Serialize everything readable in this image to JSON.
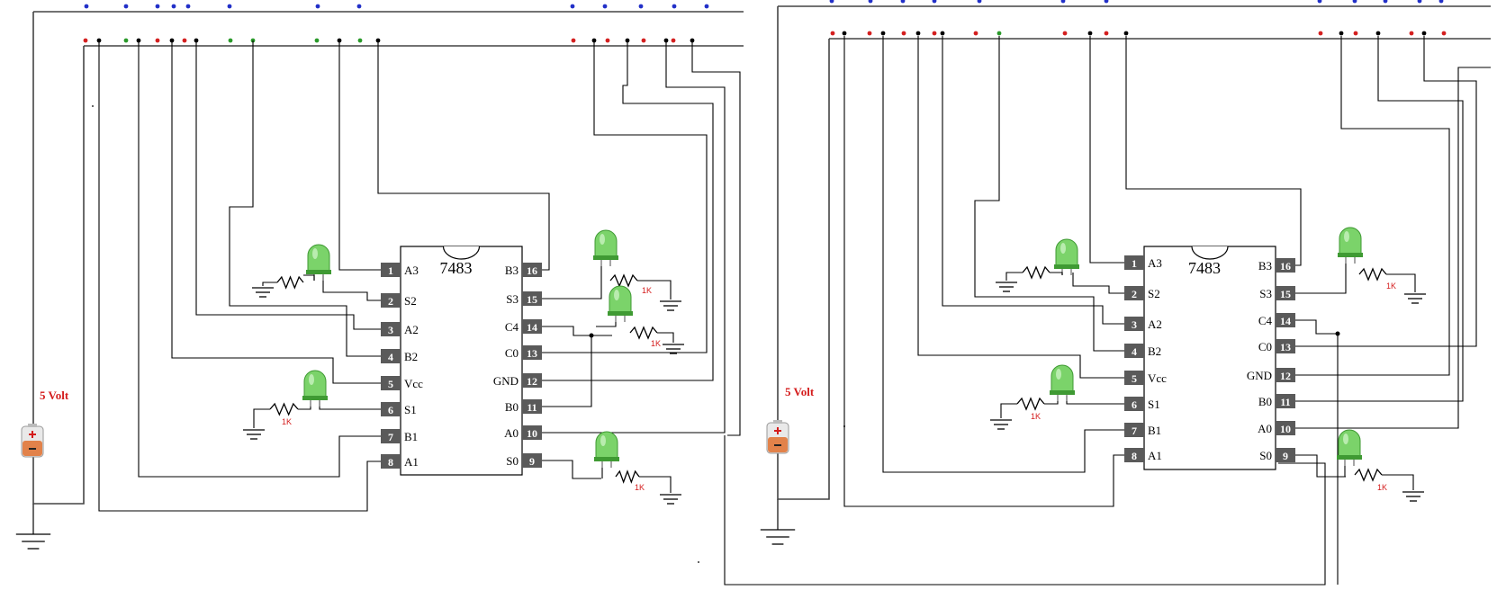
{
  "supply": {
    "label": "5 Volt"
  },
  "ic": {
    "label": "7483"
  },
  "resistor": {
    "label": "1K"
  },
  "pins": [
    {
      "num": "1",
      "name": "A3"
    },
    {
      "num": "2",
      "name": "S2"
    },
    {
      "num": "3",
      "name": "A2"
    },
    {
      "num": "4",
      "name": "B2"
    },
    {
      "num": "5",
      "name": "Vcc"
    },
    {
      "num": "6",
      "name": "S1"
    },
    {
      "num": "7",
      "name": "B1"
    },
    {
      "num": "8",
      "name": "A1"
    },
    {
      "num": "16",
      "name": "B3"
    },
    {
      "num": "15",
      "name": "S3"
    },
    {
      "num": "14",
      "name": "C4"
    },
    {
      "num": "13",
      "name": "C0"
    },
    {
      "num": "12",
      "name": "GND"
    },
    {
      "num": "11",
      "name": "B0"
    },
    {
      "num": "10",
      "name": "A0"
    },
    {
      "num": "9",
      "name": "S0"
    }
  ],
  "colors": {
    "wire": "#000000",
    "rail": "#444444",
    "pin_box": "#5a5a5a",
    "pin_text": "#ffffff",
    "led": "#7bd36a",
    "led_dark": "#3f9a33",
    "label_red": "#d41c1c",
    "hole_blue": "#2230c8",
    "hole_red": "#d42020",
    "hole_green": "#2a9a2a"
  },
  "icons": [
    "battery-icon",
    "ground-icon",
    "led-icon",
    "resistor-icon"
  ]
}
